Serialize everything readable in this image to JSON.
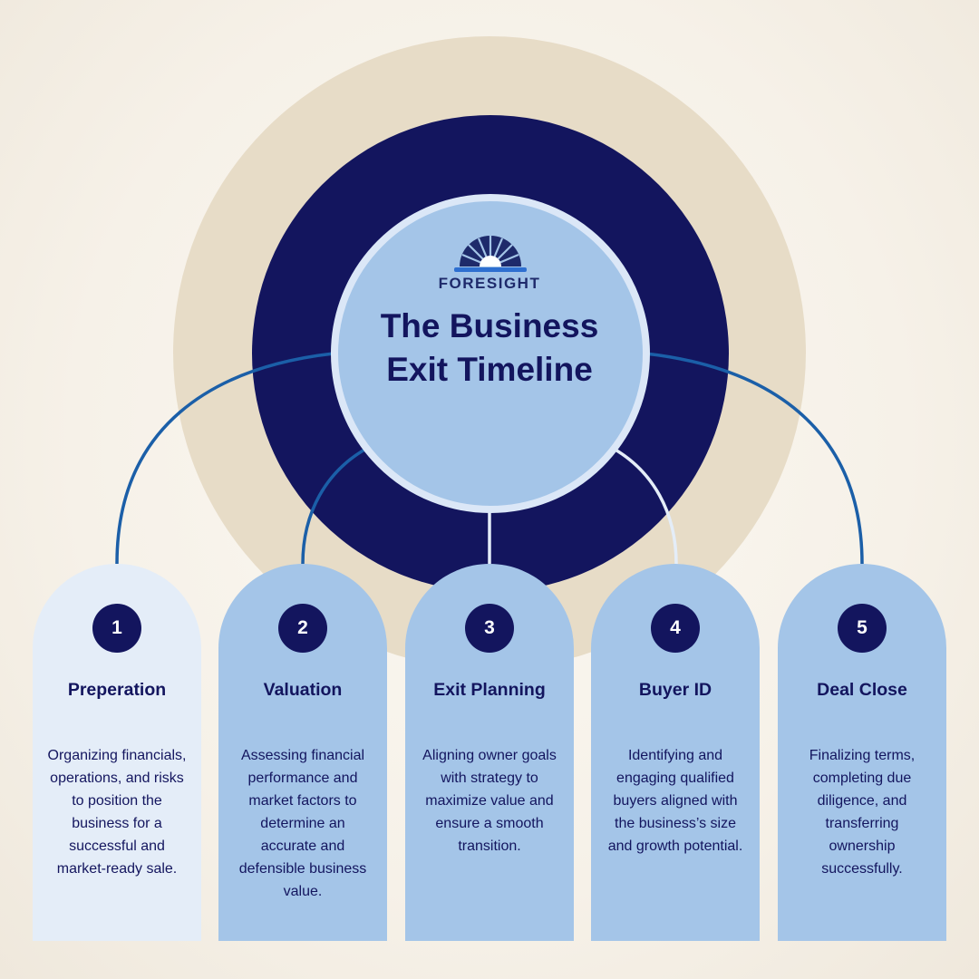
{
  "brand": {
    "logo_text": "FORESIGHT",
    "logo_icon": "sunburst-icon"
  },
  "hub": {
    "title_line1": "The Business",
    "title_line2": "Exit Timeline"
  },
  "steps": [
    {
      "number": "1",
      "title": "Preperation",
      "description": "Organizing financials, operations, and risks to position the business for a successful and market-ready sale."
    },
    {
      "number": "2",
      "title": "Valuation",
      "description": "Assessing financial performance and market factors to determine an accurate and defensible business value."
    },
    {
      "number": "3",
      "title": "Exit Planning",
      "description": "Aligning owner goals with strategy to maximize value and ensure a smooth transition."
    },
    {
      "number": "4",
      "title": "Buyer ID",
      "description": "Identifying and engaging qualified buyers aligned with the business’s size and growth potential."
    },
    {
      "number": "5",
      "title": "Deal Close",
      "description": "Finalizing terms, completing due diligence, and transferring ownership successfully."
    }
  ],
  "colors": {
    "navy": "#13155e",
    "card_blue": "#a4c5e8",
    "card_light": "#e4edf8",
    "tan_ring": "#e7dcc7",
    "connector_blue": "#1b5fa8",
    "connector_light": "#e4edf8"
  }
}
